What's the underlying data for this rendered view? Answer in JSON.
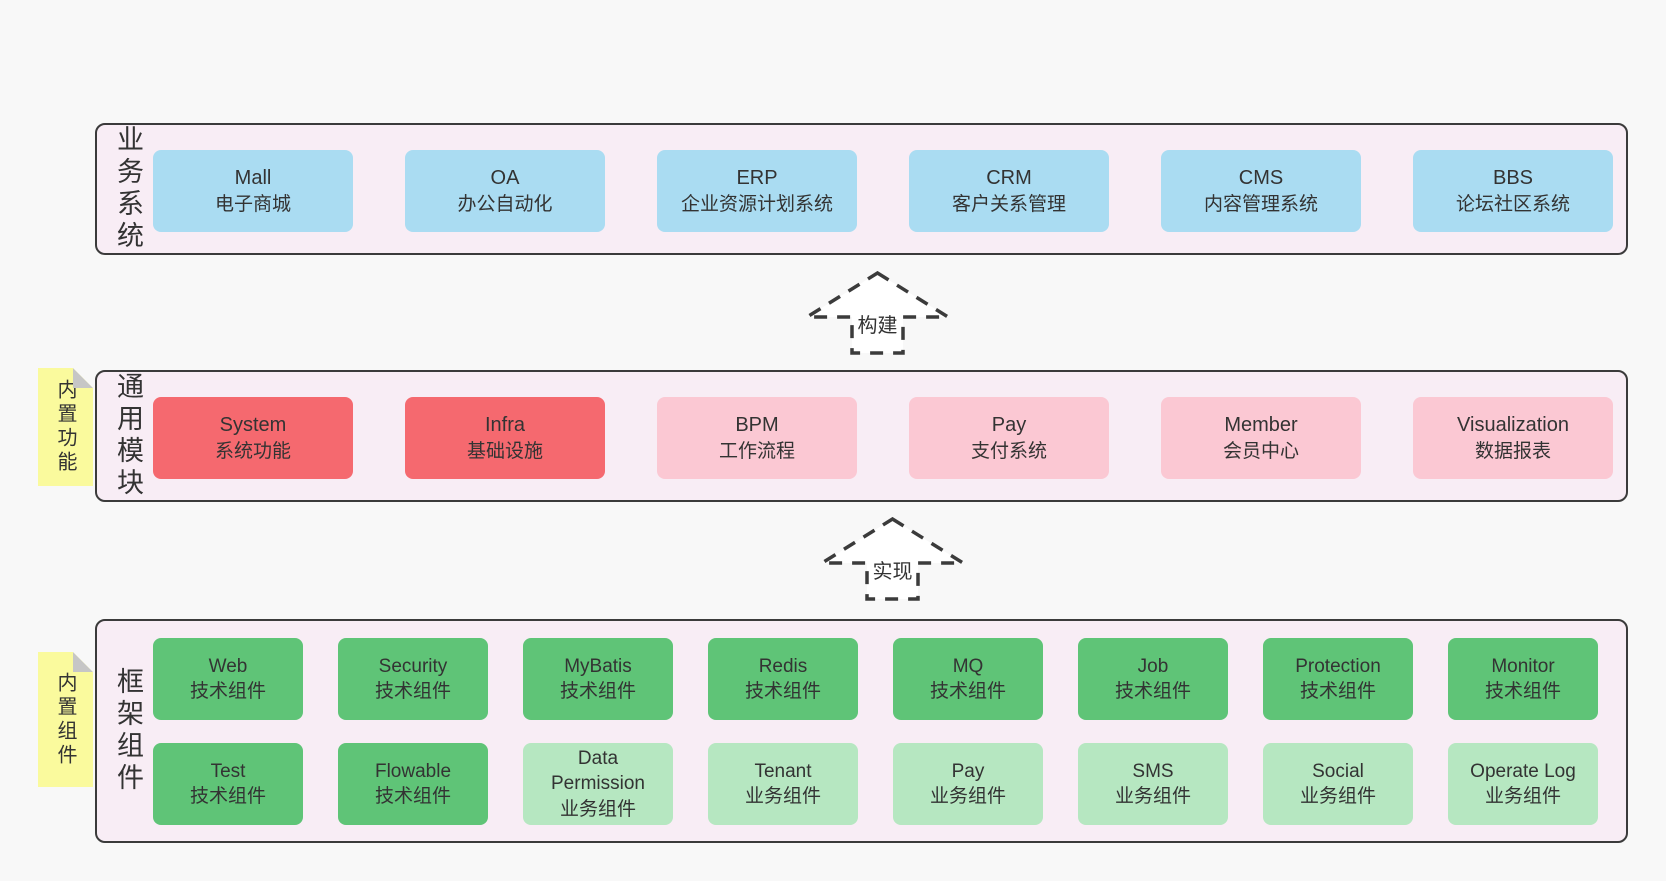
{
  "diagram": {
    "arrows": [
      {
        "label": "构建"
      },
      {
        "label": "实现"
      }
    ],
    "bands": [
      {
        "label": "业务系统",
        "boxes": [
          {
            "title": "Mall",
            "subtitle": "电子商城"
          },
          {
            "title": "OA",
            "subtitle": "办公自动化"
          },
          {
            "title": "ERP",
            "subtitle": "企业资源计划系统"
          },
          {
            "title": "CRM",
            "subtitle": "客户关系管理"
          },
          {
            "title": "CMS",
            "subtitle": "内容管理系统"
          },
          {
            "title": "BBS",
            "subtitle": "论坛社区系统"
          }
        ]
      },
      {
        "label": "通用模块",
        "sticky": "内置功能",
        "boxes": [
          {
            "title": "System",
            "subtitle": "系统功能"
          },
          {
            "title": "Infra",
            "subtitle": "基础设施"
          },
          {
            "title": "BPM",
            "subtitle": "工作流程"
          },
          {
            "title": "Pay",
            "subtitle": "支付系统"
          },
          {
            "title": "Member",
            "subtitle": "会员中心"
          },
          {
            "title": "Visualization",
            "subtitle": "数据报表"
          }
        ]
      },
      {
        "label": "框架组件",
        "sticky": "内置组件",
        "row1": [
          {
            "title": "Web",
            "subtitle": "技术组件"
          },
          {
            "title": "Security",
            "subtitle": "技术组件"
          },
          {
            "title": "MyBatis",
            "subtitle": "技术组件"
          },
          {
            "title": "Redis",
            "subtitle": "技术组件"
          },
          {
            "title": "MQ",
            "subtitle": "技术组件"
          },
          {
            "title": "Job",
            "subtitle": "技术组件"
          },
          {
            "title": "Protection",
            "subtitle": "技术组件"
          },
          {
            "title": "Monitor",
            "subtitle": "技术组件"
          }
        ],
        "row2": [
          {
            "title": "Test",
            "subtitle": "技术组件"
          },
          {
            "title": "Flowable",
            "subtitle": "技术组件"
          },
          {
            "title": "Data Permission",
            "subtitle": "业务组件"
          },
          {
            "title": "Tenant",
            "subtitle": "业务组件"
          },
          {
            "title": "Pay",
            "subtitle": "业务组件"
          },
          {
            "title": "SMS",
            "subtitle": "业务组件"
          },
          {
            "title": "Social",
            "subtitle": "业务组件"
          },
          {
            "title": "Operate Log",
            "subtitle": "业务组件"
          }
        ]
      }
    ],
    "colors": {
      "page_bg": "#f8f8f8",
      "band_bg": "#f8edf5",
      "band_border": "#3b3b3b",
      "blue_box": "#aadcf2",
      "red_box": "#f5696f",
      "pink_box": "#fbc8d3",
      "green_dark_box": "#5fc477",
      "green_light_box": "#b6e7c1",
      "sticky_yellow": "#fafa9d"
    }
  }
}
